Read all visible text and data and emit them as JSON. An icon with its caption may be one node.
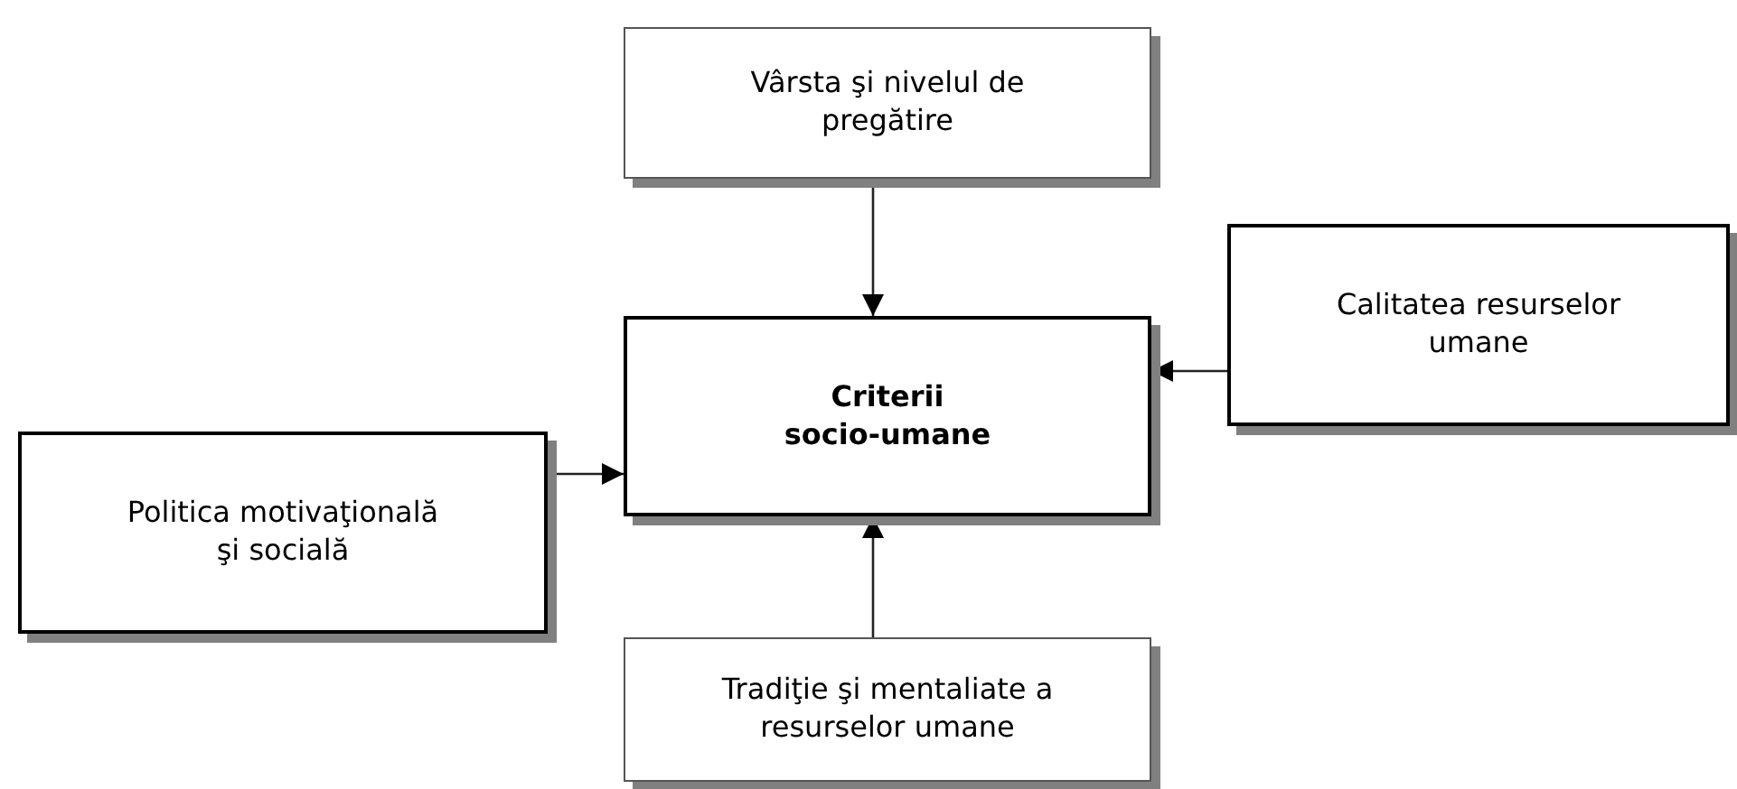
{
  "diagram": {
    "nodes": [
      {
        "text": [
          "Vârsta şi nivelul de pregătire"
        ]
      },
      {
        "text": [
          "Calitatea resurselor umane"
        ]
      },
      {
        "text": [
          "Criterii socio-umane"
        ]
      },
      {
        "text": [
          "Politica motivaţională şi socială"
        ]
      },
      {
        "text": [
          "Tradiţie şi mentaliate a resurselor umane"
        ]
      }
    ],
    "edges": [
      {
        "from": 0,
        "to": 2,
        "arrow": "to"
      },
      {
        "from": 1,
        "to": 2,
        "arrow": "to"
      },
      {
        "from": 3,
        "to": 2,
        "arrow": "to"
      },
      {
        "from": 4,
        "to": 2,
        "arrow": "to"
      }
    ]
  }
}
